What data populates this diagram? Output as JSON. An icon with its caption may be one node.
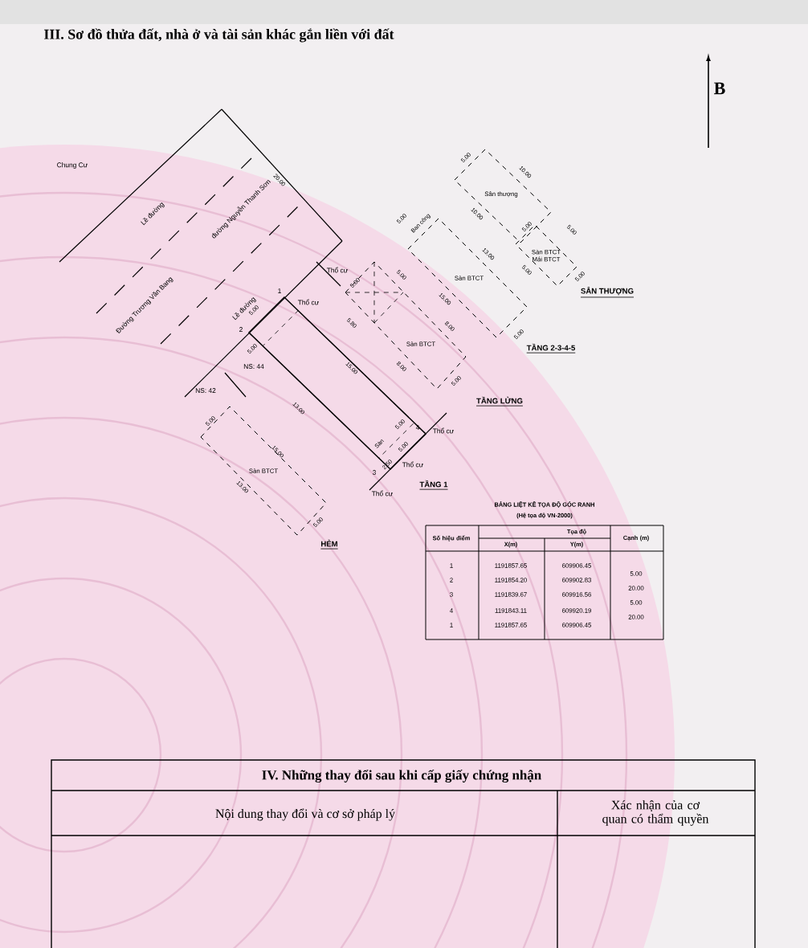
{
  "diagram": {
    "title": "III. Sơ đồ thửa đất, nhà ở và tài sản khác gắn liền với đất",
    "nodes": [
      {
        "text": [
          "Sân thượng"
        ]
      },
      {
        "text": [
          "Sàn BTCT",
          "Mái BTCT"
        ],
        "beside": [
          "SÂN THƯỢNG"
        ]
      },
      {
        "text": [
          "Sàn BTCT"
        ],
        "beside": [
          "TẦNG 2-3-4-5"
        ]
      },
      {
        "text": [
          "Sàn BTCT"
        ],
        "beside": [
          "TẦNG LỬNG"
        ]
      },
      {
        "text": [
          "Sàn BTCT"
        ]
      }
    ],
    "labels": [
      "B",
      "Chung Cư",
      "20.00",
      "Lề đường",
      "đường Nguyễn Thanh Sơn",
      "Đường Trương Văn Bang",
      "Lề đường",
      "1",
      "Thổ cư",
      "Thổ cư",
      "5.00",
      "2",
      "5.00",
      "NS: 44",
      "NS: 42",
      "15.00",
      "13.00",
      "5.00",
      "15.00",
      "13.00",
      "5.00",
      "HẺM",
      "5.00",
      "10.00",
      "10.00",
      "5.00",
      "5.00",
      "5.00",
      "5.00",
      "5.00",
      "Ban công",
      "13.00",
      "15.00",
      "5.00",
      "5.00",
      "5.00",
      "5.80",
      "8.00",
      "8.00",
      "5.00",
      "5.00",
      "4",
      "Thổ cư",
      "Sàn",
      "2.50",
      "5.00",
      "3",
      "Thổ cư",
      "Thổ cư",
      "TẦNG 1",
      "BẢNG LIỆT KÊ TỌA ĐỘ GÓC RANH",
      "(Hệ tọa độ VN-2000)",
      "Số hiệu điểm",
      "Tọa độ",
      "Cạnh (m)",
      "X(m)",
      "Y(m)",
      "1",
      "1191857.65",
      "609906.45",
      "5.00",
      "2",
      "1191854.20",
      "609902.83",
      "20.00",
      "3",
      "1191839.67",
      "609916.56",
      "5.00",
      "4",
      "1191843.11",
      "609920.19",
      "20.00",
      "1",
      "1191857.65",
      "609906.45",
      "IV. Những thay đổi sau khi cấp giấy chứng nhận",
      "Nội dung thay đổi và cơ sở pháp lý",
      "Xác nhận của cơ quan có thẩm quyền"
    ]
  }
}
